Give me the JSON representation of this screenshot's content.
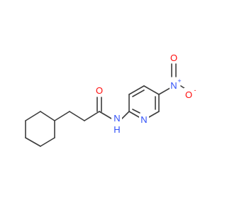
{
  "molecule": {
    "atoms": {
      "n_amide": "N",
      "h_amide": "H",
      "o_carbonyl": "O",
      "n_pyridine": "N",
      "n_nitro": "N",
      "n_nitro_charge": "+",
      "o_nitro_top": "O",
      "o_nitro_right": "O",
      "o_nitro_charge": "-"
    },
    "colors": {
      "bond": "#3c3c3c",
      "nitrogen": "#3050f8",
      "oxygen": "#ff0d0d",
      "background": "#ffffff"
    }
  }
}
